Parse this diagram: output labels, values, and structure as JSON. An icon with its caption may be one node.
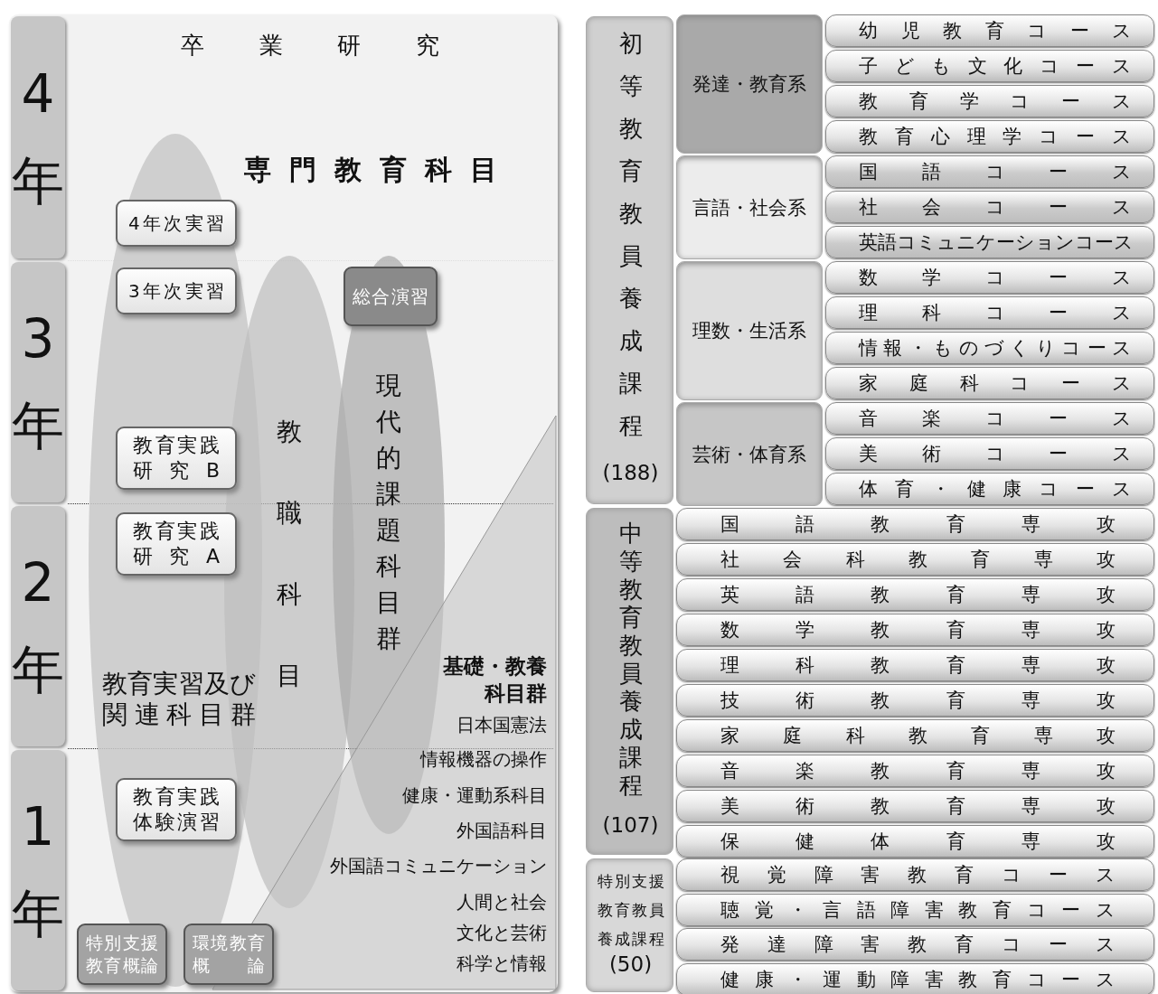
{
  "diagram": {
    "nodes": [
      {
        "text": [
          "4年"
        ]
      },
      {
        "text": [
          "3年"
        ]
      },
      {
        "text": [
          "2年"
        ]
      },
      {
        "text": [
          "1年"
        ]
      },
      {
        "text": [
          "教育実習及び関連科目群"
        ]
      },
      {
        "text": [
          "4年次実習"
        ],
        "in": 4
      },
      {
        "text": [
          "3年次実習"
        ],
        "in": 4
      },
      {
        "text": [
          "教育実践研究B"
        ],
        "in": 4
      },
      {
        "text": [
          "教育実践研究A"
        ],
        "in": 4
      },
      {
        "text": [
          "教育実践体験演習"
        ],
        "in": 4
      },
      {
        "text": [
          "教職科目"
        ]
      },
      {
        "text": [
          "現代的課題科目群"
        ]
      },
      {
        "text": [
          "総合演習"
        ],
        "in": 11
      },
      {
        "text": [
          "基礎・教養科目群",
          "日本国憲法",
          "情報機器の操作",
          "健康・運動系科目",
          "外国語科目",
          "外国語コミュニケーション",
          "人間と社会",
          "文化と芸術",
          "科学と情報"
        ]
      },
      {
        "text": [
          "特別支援教育概論"
        ]
      },
      {
        "text": [
          "環境教育概論"
        ]
      },
      {
        "text": [
          "初等教育教員養成課程",
          "(188)"
        ]
      },
      {
        "text": [
          "発達・教育系"
        ]
      },
      {
        "text": [
          "幼児教育コース"
        ]
      },
      {
        "text": [
          "子ども文化コース"
        ]
      },
      {
        "text": [
          "教育学コース"
        ]
      },
      {
        "text": [
          "教育心理学コース"
        ]
      },
      {
        "text": [
          "言語・社会系"
        ]
      },
      {
        "text": [
          "国語コース"
        ]
      },
      {
        "text": [
          "社会コース"
        ]
      },
      {
        "text": [
          "英語コミュニケーションコース"
        ]
      },
      {
        "text": [
          "理数・生活系"
        ]
      },
      {
        "text": [
          "数学コース"
        ]
      },
      {
        "text": [
          "理科コース"
        ]
      },
      {
        "text": [
          "情報・ものづくりコース"
        ]
      },
      {
        "text": [
          "家庭科コース"
        ]
      },
      {
        "text": [
          "芸術・体育系"
        ]
      },
      {
        "text": [
          "音楽コース"
        ]
      },
      {
        "text": [
          "美術コース"
        ]
      },
      {
        "text": [
          "体育・健康コース"
        ]
      },
      {
        "text": [
          "中等教育教員養成課程",
          "(107)"
        ]
      },
      {
        "text": [
          "国語教育専攻"
        ]
      },
      {
        "text": [
          "社会科教育専攻"
        ]
      },
      {
        "text": [
          "英語教育専攻"
        ]
      },
      {
        "text": [
          "数学教育専攻"
        ]
      },
      {
        "text": [
          "理科教育専攻"
        ]
      },
      {
        "text": [
          "技術教育専攻"
        ]
      },
      {
        "text": [
          "家庭科教育専攻"
        ]
      },
      {
        "text": [
          "音楽教育専攻"
        ]
      },
      {
        "text": [
          "美術教育専攻"
        ]
      },
      {
        "text": [
          "保健体育専攻"
        ]
      },
      {
        "text": [
          "特別支援教育教員養成課程",
          "(50)"
        ]
      },
      {
        "text": [
          "視覚障害教育コース"
        ]
      },
      {
        "text": [
          "聴覚・言語障害教育コース"
        ]
      },
      {
        "text": [
          "発達障害教育コース"
        ]
      },
      {
        "text": [
          "健康・運動障害教育コース"
        ]
      }
    ],
    "labels": [
      "卒業研究",
      "専門教育科目"
    ]
  }
}
